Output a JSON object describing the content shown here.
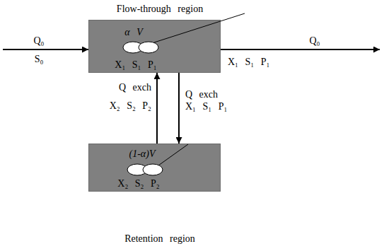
{
  "diagram": {
    "nodes": [
      {
        "text": [
          "Flow-through region",
          "α V",
          "X₁ S₁ P₁"
        ]
      },
      {
        "text": [
          "(1-α)V",
          "X₂ S₂ P₂",
          "Retention region"
        ]
      }
    ],
    "edges": [
      {
        "from": 1,
        "to": 0,
        "arrow": "to",
        "label": "Q exch"
      },
      {
        "from": 0,
        "to": 1,
        "arrow": "to",
        "label": "Q exch"
      }
    ],
    "labels": [
      "Q₀",
      "S₀",
      "Q₀",
      "X₁ S₁ P₁",
      "X₂ S₂ P₂",
      "X₁ S₁ P₁"
    ]
  }
}
